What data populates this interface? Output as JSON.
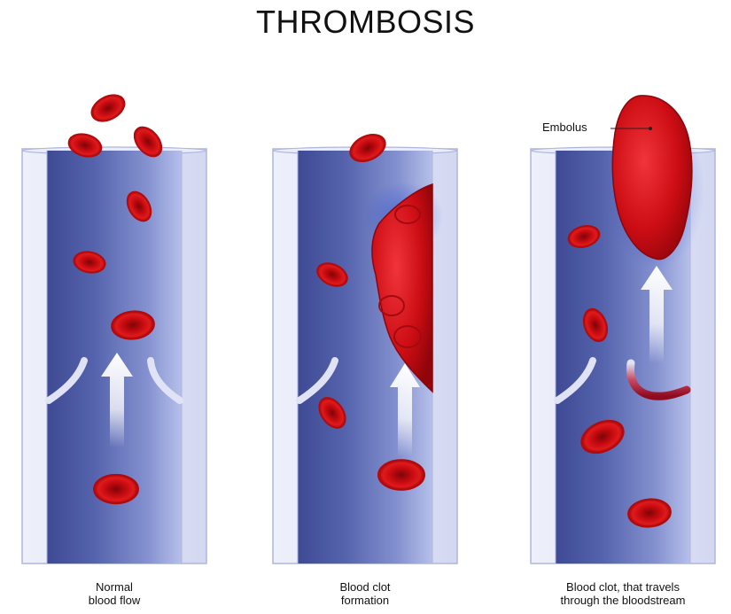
{
  "title": "THROMBOSIS",
  "panels": [
    {
      "caption_line1": "Normal",
      "caption_line2": "blood flow"
    },
    {
      "caption_line1": "Blood clot",
      "caption_line2": "formation"
    },
    {
      "caption_line1": "Blood clot, that travels",
      "caption_line2": "through the bloodstream"
    }
  ],
  "labels": {
    "embolus": "Embolus"
  },
  "colors": {
    "vessel_wall": "#dfe3f5",
    "vessel_lumen": "#5a67ad",
    "red_cell": "#cc0a0e",
    "clot": "#d4141b",
    "arrow": "#ffffff"
  }
}
